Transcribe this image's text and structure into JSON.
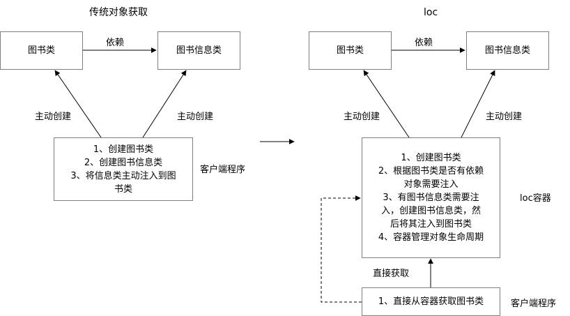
{
  "left_diagram": {
    "title": "传统对象获取",
    "book_class": "图书类",
    "book_info_class": "图书信息类",
    "dependency_label": "依赖",
    "create_label_left": "主动创建",
    "create_label_right": "主动创建",
    "client_steps": [
      "1、创建图书类",
      "2、创建图书信息类",
      "3、将信息类主动注入到图",
      "书类"
    ],
    "client_label": "客户端程序"
  },
  "right_diagram": {
    "title": "loc",
    "book_class": "图书类",
    "book_info_class": "图书信息类",
    "dependency_label": "依赖",
    "create_label_left": "主动创建",
    "create_label_right": "主动创建",
    "container_steps": [
      "1、创建图书类",
      "2、根据图书类是否有依赖",
      "对象需要注入",
      "3、有图书信息类需要注",
      "入，创建图书信息类，然",
      "后将其注入到图书类",
      "4、容器管理对象生命周期"
    ],
    "container_label": "loc容器",
    "fetch_label": "直接获取",
    "client_step": "1、直接从容器获取图书类",
    "client_label": "客户端程序"
  }
}
